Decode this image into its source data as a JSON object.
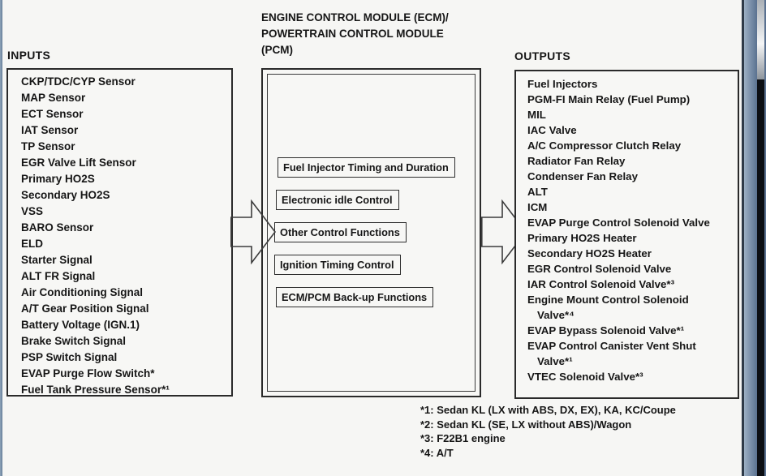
{
  "inputs": {
    "label": "INPUTS",
    "items": [
      "CKP/TDC/CYP Sensor",
      "MAP Sensor",
      "ECT Sensor",
      "IAT Sensor",
      "TP Sensor",
      "EGR Valve Lift Sensor",
      "Primary HO2S",
      "Secondary HO2S",
      "VSS",
      "BARO Sensor",
      "ELD",
      "Starter Signal",
      "ALT FR Signal",
      "Air Conditioning Signal",
      "A/T Gear Position Signal",
      "Battery Voltage (IGN.1)",
      "Brake Switch Signal",
      "PSP Switch Signal",
      "EVAP Purge Flow Switch*",
      "Fuel Tank Pressure Sensor*¹"
    ]
  },
  "ecm": {
    "title_lines": [
      "ENGINE CONTROL MODULE (ECM)/",
      "POWERTRAIN CONTROL MODULE",
      "(PCM)"
    ],
    "functions": [
      "Fuel Injector Timing and Duration",
      "Electronic idle Control",
      "Other Control Functions",
      "Ignition Timing Control",
      "ECM/PCM Back-up Functions"
    ]
  },
  "outputs": {
    "label": "OUTPUTS",
    "items": [
      "Fuel Injectors",
      "PGM-FI Main Relay (Fuel Pump)",
      "MIL",
      "IAC Valve",
      "A/C Compressor Clutch Relay",
      "Radiator Fan Relay",
      "Condenser Fan Relay",
      "ALT",
      "ICM",
      "EVAP Purge Control Solenoid Valve",
      "Primary HO2S Heater",
      "Secondary HO2S Heater",
      "EGR Control Solenoid Valve",
      "IAR Control Solenoid Valve*³",
      "Engine Mount Control Solenoid Valve*⁴",
      "EVAP Bypass Solenoid Valve*¹",
      "EVAP Control Canister Vent Shut Valve*¹",
      "VTEC Solenoid Valve*³"
    ]
  },
  "footnotes": [
    "*1: Sedan KL (LX with ABS, DX, EX), KA, KC/Coupe",
    "*2: Sedan KL (SE, LX without ABS)/Wagon",
    "*3: F22B1 engine",
    "*4: A/T"
  ],
  "colors": {
    "text": "#161616",
    "page_bg": "#f6f6f4",
    "accent_bar_blue": "#5a7190",
    "accent_bar_dark": "#0b0e13",
    "box_border": "#2a2a2a"
  }
}
